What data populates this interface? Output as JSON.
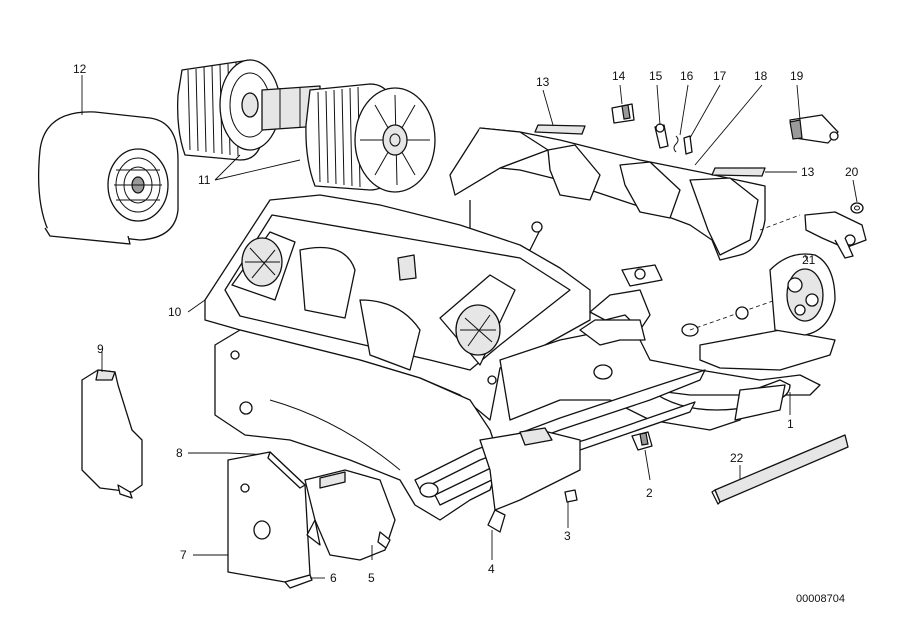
{
  "diagram": {
    "document_number": "00008704",
    "callouts": {
      "c1": "1",
      "c2": "2",
      "c3": "3",
      "c4": "4",
      "c5": "5",
      "c6": "6",
      "c7": "7",
      "c8": "8",
      "c9": "9",
      "c10": "10",
      "c11": "11",
      "c12": "12",
      "c13a": "13",
      "c13b": "13",
      "c14": "14",
      "c15": "15",
      "c16": "16",
      "c17": "17",
      "c18": "18",
      "c19": "19",
      "c20": "20",
      "c21": "21",
      "c22": "22"
    }
  }
}
